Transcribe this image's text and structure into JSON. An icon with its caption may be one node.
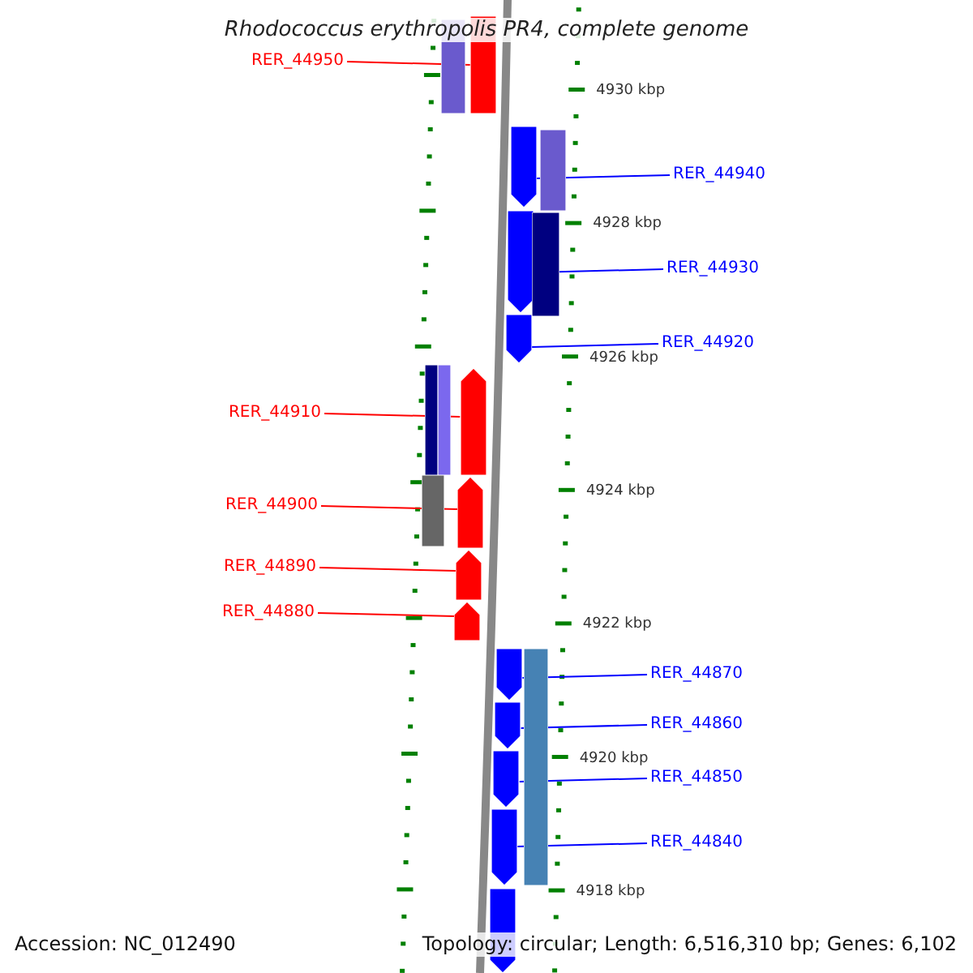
{
  "diagram": {
    "title": "Rhodococcus erythropolis PR4, complete genome",
    "nodes": [
      {
        "text": [
          "RER_44950"
        ]
      },
      {
        "text": [
          "RER_44940"
        ]
      },
      {
        "text": [
          "RER_44930"
        ]
      },
      {
        "text": [
          "RER_44920"
        ]
      },
      {
        "text": [
          "RER_44910"
        ]
      },
      {
        "text": [
          "RER_44900"
        ]
      },
      {
        "text": [
          "RER_44890"
        ]
      },
      {
        "text": [
          "RER_44880"
        ]
      },
      {
        "text": [
          "RER_44870"
        ]
      },
      {
        "text": [
          "RER_44860"
        ]
      },
      {
        "text": [
          "RER_44850"
        ]
      },
      {
        "text": [
          "RER_44840"
        ]
      },
      {
        "text": [],
        "shape": "bar"
      },
      {
        "text": [],
        "shape": "bar"
      },
      {
        "text": [],
        "shape": "bar"
      },
      {
        "text": [],
        "shape": "bar"
      },
      {
        "text": [],
        "shape": "bar"
      },
      {
        "text": [],
        "shape": "bar"
      },
      {
        "text": [],
        "shape": "bar"
      },
      {
        "text": [],
        "shape": "bar"
      },
      {
        "text": [],
        "shape": "bar"
      },
      {
        "text": [],
        "shape": "bar"
      },
      {
        "text": [],
        "shape": "bar"
      },
      {
        "text": [],
        "shape": "bar"
      },
      {
        "text": [],
        "shape": "bar"
      },
      {
        "text": [],
        "shape": "bar"
      },
      {
        "text": [],
        "shape": "bar"
      },
      {
        "text": [],
        "shape": "bar"
      },
      {
        "text": [],
        "shape": "bar"
      },
      {
        "text": [],
        "shape": "bar"
      },
      {
        "text": [],
        "shape": "bar"
      },
      {
        "text": [],
        "shape": "bar"
      }
    ],
    "edges": [
      {
        "from": 0,
        "to": 12,
        "arrow": "none",
        "color": "#ff0000"
      },
      {
        "from": 1,
        "to": 13,
        "arrow": "none"
      },
      {
        "from": 2,
        "to": 14,
        "arrow": "none"
      },
      {
        "from": 3,
        "to": 15,
        "arrow": "none"
      },
      {
        "from": 4,
        "to": 16,
        "arrow": "none",
        "color": "#ff0000"
      },
      {
        "from": 5,
        "to": 17,
        "arrow": "none",
        "color": "#ff0000"
      },
      {
        "from": 6,
        "to": 18,
        "arrow": "none",
        "color": "#ff0000"
      },
      {
        "from": 7,
        "to": 19,
        "arrow": "none",
        "color": "#ff0000"
      },
      {
        "from": 8,
        "to": 20,
        "arrow": "none"
      },
      {
        "from": 9,
        "to": 21,
        "arrow": "none"
      },
      {
        "from": 10,
        "to": 22,
        "arrow": "none"
      },
      {
        "from": 11,
        "to": 23,
        "arrow": "none"
      }
    ],
    "labels": [
      "4930 kbp",
      "4928 kbp",
      "4926 kbp",
      "4924 kbp",
      "4922 kbp",
      "4920 kbp",
      "4918 kbp",
      "Accession: NC_012490",
      "Topology: circular; Length: 6,516,310 bp; Genes: 6,102"
    ]
  }
}
